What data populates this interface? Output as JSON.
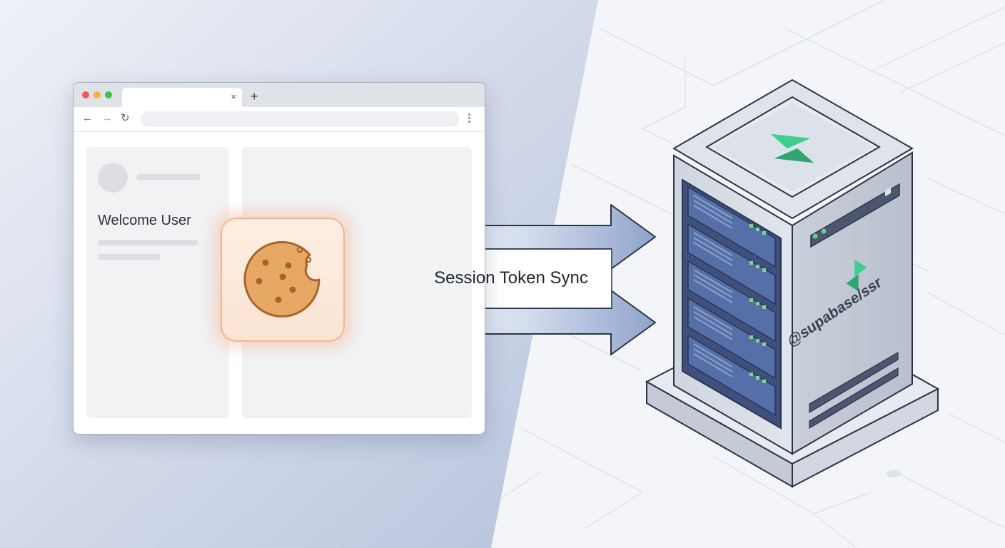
{
  "browser": {
    "tab_close": "×",
    "new_tab": "+",
    "nav": {
      "back": "←",
      "forward": "→",
      "reload": "↻",
      "menu": "⋮"
    },
    "welcome": "Welcome User"
  },
  "sync": {
    "label": "Session Token Sync"
  },
  "server": {
    "label": "@supabase/ssr"
  },
  "icons": {
    "window_controls": [
      "close-dot",
      "minimize-dot",
      "maximize-dot"
    ],
    "cookie": "cookie-icon",
    "logo": "supabase-logo-icon"
  },
  "colors": {
    "background_left": "#c9d2e6",
    "background_right": "#f3f5f8",
    "cookie_glow": "#f79a5f",
    "cookie_fill": "#e8a865",
    "server_body": "#d6dae2",
    "rack_panel": "#4d6296",
    "supabase_green": "#3ecf8e",
    "arrow_fill": "#9eb0d4"
  }
}
